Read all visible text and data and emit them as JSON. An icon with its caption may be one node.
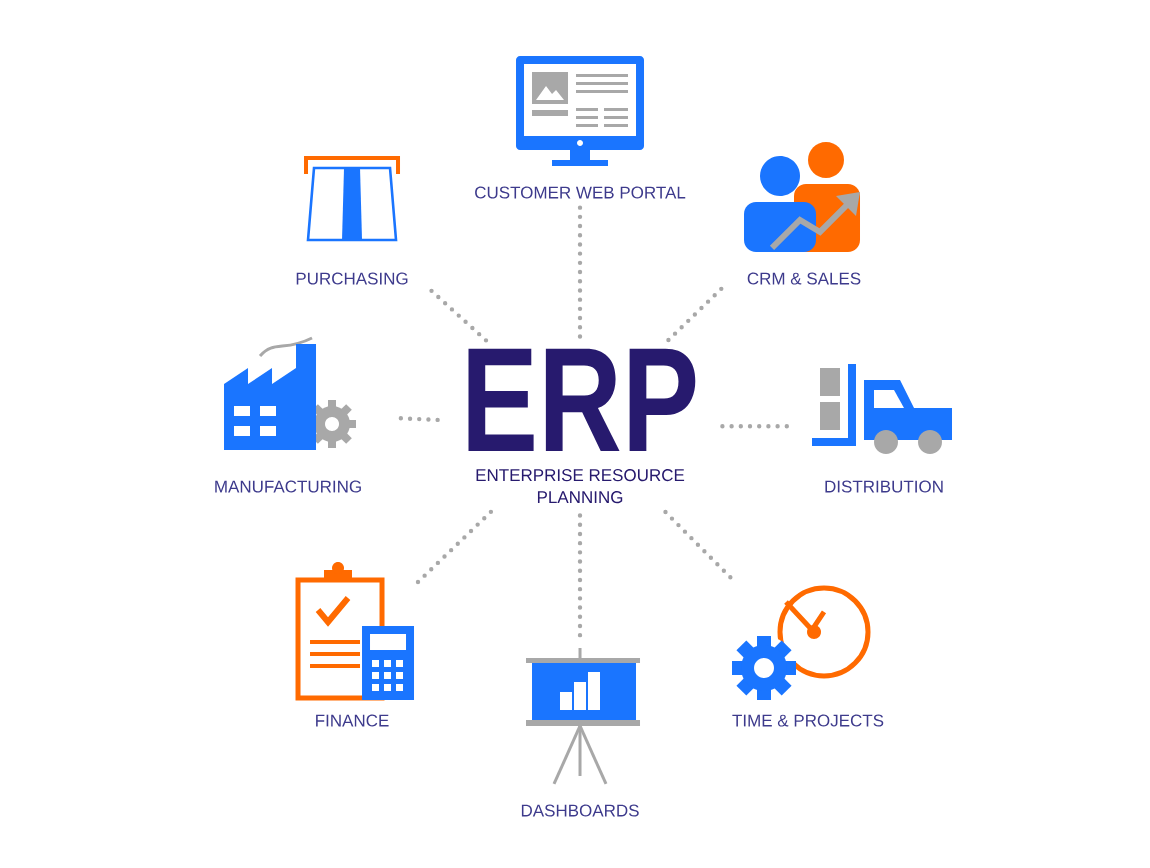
{
  "diagram": {
    "nodes": [
      {
        "text": [
          "ERP",
          "ENTERPRISE RESOURCE PLANNING"
        ]
      },
      {
        "text": [
          "CUSTOMER WEB PORTAL"
        ]
      },
      {
        "text": [
          "PURCHASING"
        ]
      },
      {
        "text": [
          "CRM & SALES"
        ]
      },
      {
        "text": [
          "MANUFACTURING"
        ]
      },
      {
        "text": [
          "DISTRIBUTION"
        ]
      },
      {
        "text": [
          "FINANCE"
        ]
      },
      {
        "text": [
          "TIME & PROJECTS"
        ]
      },
      {
        "text": [
          "DASHBOARDS"
        ]
      }
    ],
    "edges": [
      {
        "from": 0,
        "to": 1,
        "arrow": "none",
        "style": "dashed"
      },
      {
        "from": 0,
        "to": 2,
        "arrow": "none",
        "style": "dashed"
      },
      {
        "from": 0,
        "to": 3,
        "arrow": "none",
        "style": "dashed"
      },
      {
        "from": 0,
        "to": 4,
        "arrow": "none",
        "style": "dashed"
      },
      {
        "from": 0,
        "to": 5,
        "arrow": "none",
        "style": "dashed"
      },
      {
        "from": 0,
        "to": 6,
        "arrow": "none",
        "style": "dashed"
      },
      {
        "from": 0,
        "to": 7,
        "arrow": "none",
        "style": "dashed"
      },
      {
        "from": 0,
        "to": 8,
        "arrow": "none",
        "style": "dashed"
      }
    ]
  }
}
